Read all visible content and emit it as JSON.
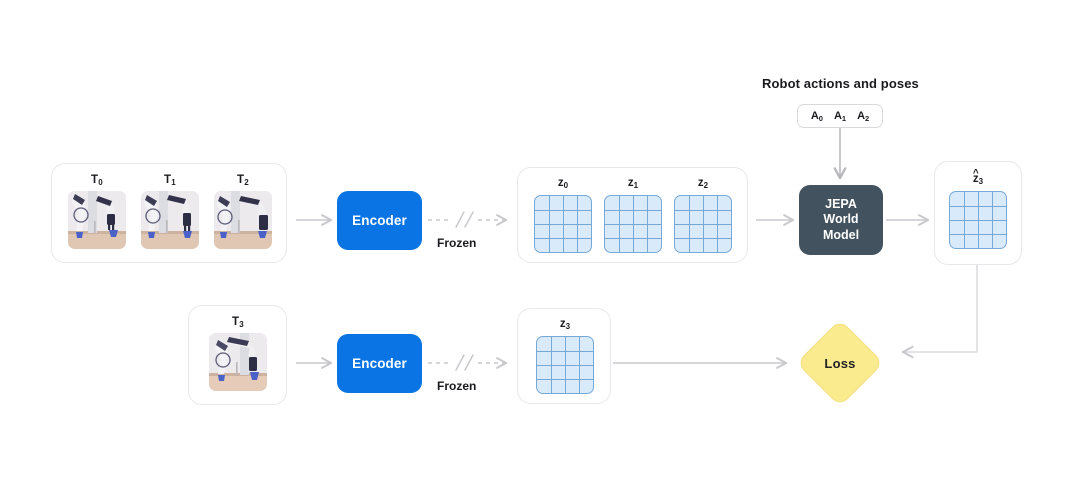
{
  "diagram": {
    "title_caption": "Robot actions and poses",
    "frozen_label_top": "Frozen",
    "frozen_label_bottom": "Frozen",
    "encoder_top_label": "Encoder",
    "encoder_bottom_label": "Encoder",
    "world_model_label": "JEPA\nWorld\nModel",
    "world_model_line1": "JEPA",
    "world_model_line2": "World",
    "world_model_line3": "Model",
    "loss_label": "Loss",
    "actions": [
      {
        "base": "A",
        "sub": "0"
      },
      {
        "base": "A",
        "sub": "1"
      },
      {
        "base": "A",
        "sub": "2"
      }
    ],
    "input_frames_top": [
      {
        "base": "T",
        "sub": "0"
      },
      {
        "base": "T",
        "sub": "1"
      },
      {
        "base": "T",
        "sub": "2"
      }
    ],
    "input_frames_bottom": [
      {
        "base": "T",
        "sub": "3"
      }
    ],
    "embeddings_top": [
      {
        "base": "z",
        "sub": "0",
        "hat": false
      },
      {
        "base": "z",
        "sub": "1",
        "hat": false
      },
      {
        "base": "z",
        "sub": "2",
        "hat": false
      }
    ],
    "embeddings_predicted": [
      {
        "base": "z",
        "sub": "3",
        "hat": true
      }
    ],
    "embeddings_bottom": [
      {
        "base": "z",
        "sub": "3",
        "hat": false
      }
    ],
    "grid_rows": 4,
    "grid_cols": 4,
    "colors": {
      "encoder_blue": "#0b74e5",
      "world_model_slate": "#42525e",
      "loss_yellow": "#fbeb8f",
      "grid_fill": "#d9eafb",
      "grid_line": "#76a9d8",
      "panel_border": "#e8e8ea",
      "arrow_gray": "#c9c9cd",
      "background": "#ffffff",
      "text_dark": "#1b1b1f"
    }
  }
}
